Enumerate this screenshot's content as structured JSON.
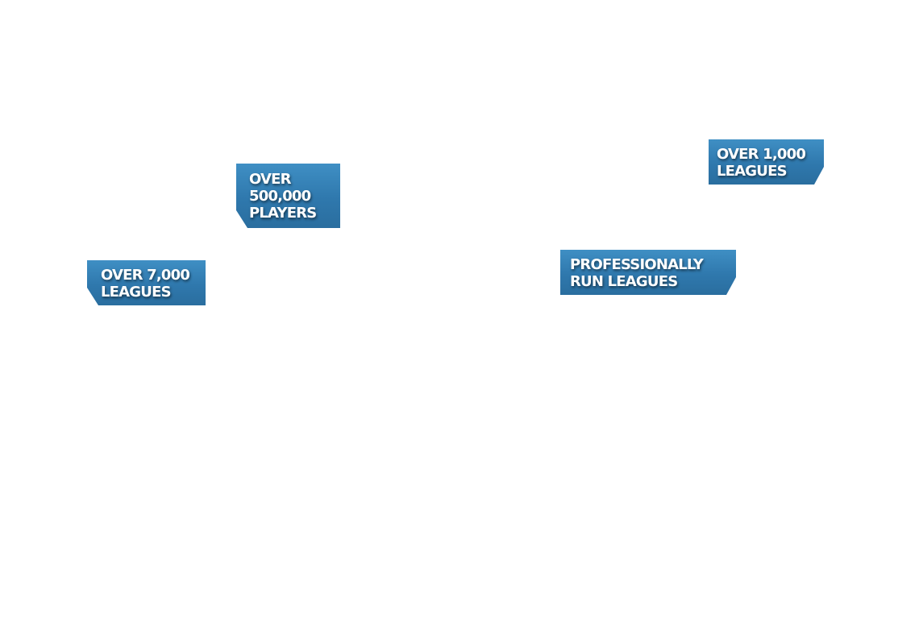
{
  "badges": {
    "players": {
      "line1": "OVER",
      "line2": "500,000",
      "line3": "PLAYERS"
    },
    "leagues_7000": {
      "line1": "OVER 7,000",
      "line2": "LEAGUES"
    },
    "leagues_1000": {
      "line1": "OVER 1,000",
      "line2": "LEAGUES"
    },
    "professional": {
      "line1": "PROFESSIONALLY",
      "line2": "RUN LEAGUES"
    }
  },
  "colors": {
    "background": "#ffffff",
    "badge_blue": "#3182b8",
    "badge_text": "#ffffff"
  }
}
